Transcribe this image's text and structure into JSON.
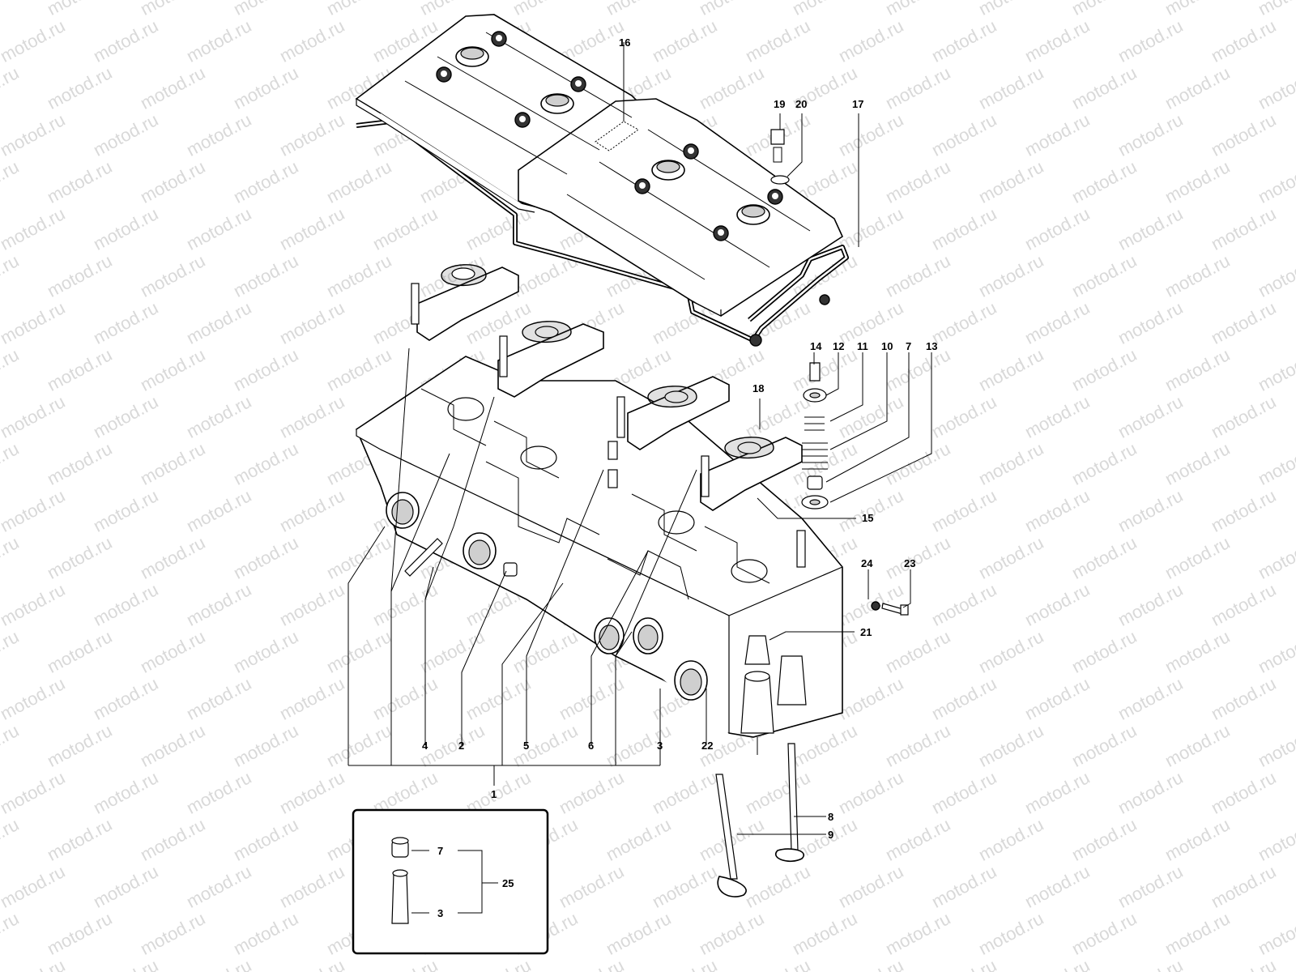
{
  "watermark": {
    "text": "motod.ru"
  },
  "callouts": [
    {
      "id": "c16",
      "text": "16"
    },
    {
      "id": "c19",
      "text": "19"
    },
    {
      "id": "c20",
      "text": "20"
    },
    {
      "id": "c17",
      "text": "17"
    },
    {
      "id": "c14",
      "text": "14"
    },
    {
      "id": "c12",
      "text": "12"
    },
    {
      "id": "c11",
      "text": "11"
    },
    {
      "id": "c10",
      "text": "10"
    },
    {
      "id": "c7",
      "text": "7"
    },
    {
      "id": "c13",
      "text": "13"
    },
    {
      "id": "c18",
      "text": "18"
    },
    {
      "id": "c15",
      "text": "15"
    },
    {
      "id": "c24",
      "text": "24"
    },
    {
      "id": "c23",
      "text": "23"
    },
    {
      "id": "c21",
      "text": "21"
    },
    {
      "id": "c4",
      "text": "4"
    },
    {
      "id": "c2",
      "text": "2"
    },
    {
      "id": "c5",
      "text": "5"
    },
    {
      "id": "c6",
      "text": "6"
    },
    {
      "id": "c3",
      "text": "3"
    },
    {
      "id": "c22",
      "text": "22"
    },
    {
      "id": "c1",
      "text": "1"
    },
    {
      "id": "c8",
      "text": "8"
    },
    {
      "id": "c9",
      "text": "9"
    }
  ],
  "inset": {
    "labels": [
      {
        "id": "i7",
        "text": "7"
      },
      {
        "id": "i3",
        "text": "3"
      },
      {
        "id": "i25",
        "text": "25"
      }
    ]
  }
}
